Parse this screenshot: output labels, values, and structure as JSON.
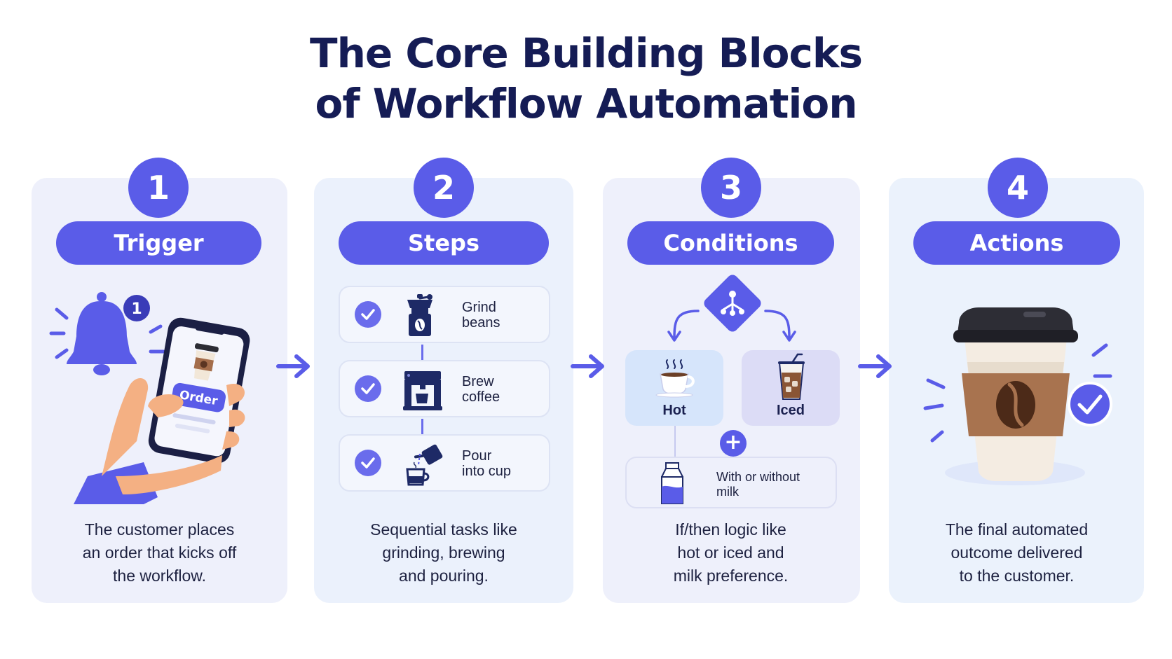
{
  "title": {
    "line1": "The Core Building Blocks",
    "line2": "of Workflow Automation"
  },
  "colors": {
    "accent": "#5a5ce8",
    "title": "#151c55",
    "card_bg": "#eef0fb"
  },
  "stages": [
    {
      "number": "1",
      "name": "Trigger",
      "illustration": {
        "bell_badge": "1",
        "button_label": "Order"
      },
      "description": [
        "The customer places",
        "an order that kicks off",
        "the workflow."
      ]
    },
    {
      "number": "2",
      "name": "Steps",
      "tasks": [
        {
          "line1": "Grind",
          "line2": "beans",
          "icon": "coffee-grinder-icon"
        },
        {
          "line1": "Brew",
          "line2": "coffee",
          "icon": "espresso-machine-icon"
        },
        {
          "line1": "Pour",
          "line2": "into cup",
          "icon": "pour-kettle-icon"
        }
      ],
      "description": [
        "Sequential tasks like",
        "grinding, brewing",
        "and pouring."
      ]
    },
    {
      "number": "3",
      "name": "Conditions",
      "options": [
        {
          "label": "Hot",
          "icon": "hot-coffee-icon"
        },
        {
          "label": "Iced",
          "icon": "iced-coffee-icon"
        }
      ],
      "plus": "+",
      "milk": {
        "line1": "With or without",
        "line2": "milk",
        "icon": "milk-carton-icon"
      },
      "description": [
        "If/then logic like",
        "hot or iced and",
        "milk preference."
      ]
    },
    {
      "number": "4",
      "name": "Actions",
      "description": [
        "The final automated",
        "outcome delivered",
        "to the customer."
      ]
    }
  ]
}
